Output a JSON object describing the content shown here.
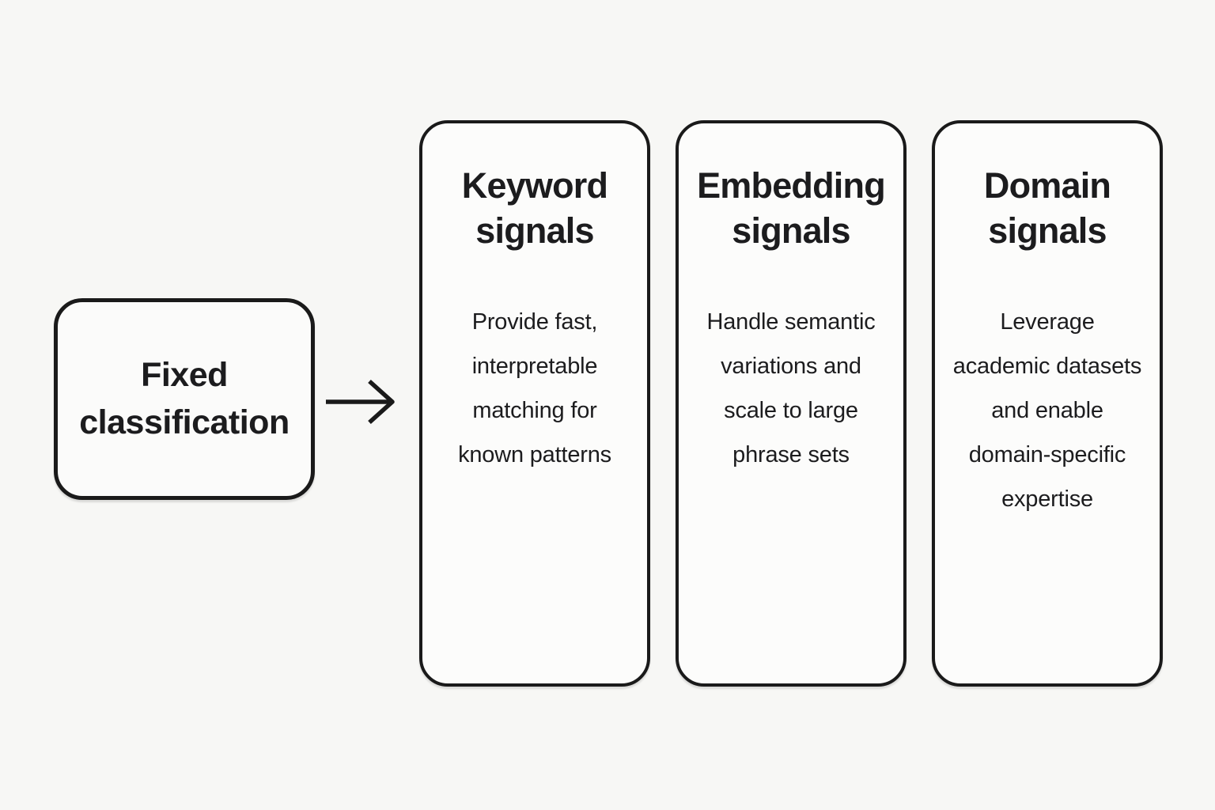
{
  "source": {
    "label": "Fixed classification"
  },
  "cards": [
    {
      "title": "Keyword signals",
      "body": "Provide fast, interpretable matching for known patterns"
    },
    {
      "title": "Embedding signals",
      "body": "Handle semantic variations and scale to large phrase sets"
    },
    {
      "title": "Domain signals",
      "body": "Leverage academic datasets and enable domain-specific expertise"
    }
  ],
  "icons": {
    "arrow": "right-arrow"
  },
  "colors": {
    "background": "#f7f7f5",
    "node_fill": "#fcfcfb",
    "border": "#1a1a1a",
    "text": "#1c1c1e"
  }
}
